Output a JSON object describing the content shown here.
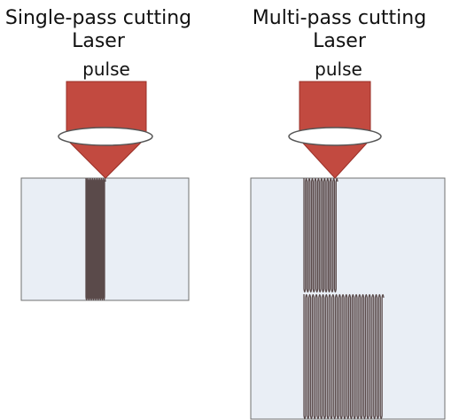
{
  "panels": [
    {
      "title": "Single-pass cutting",
      "laser_label": "Laser",
      "pulse_label": "pulse",
      "segments": [
        {
          "wavelengths": 11
        }
      ]
    },
    {
      "title": "Multi-pass cutting",
      "laser_label": "Laser",
      "pulse_label": "pulse",
      "segments": [
        {
          "wavelengths": 11
        },
        {
          "wavelengths": 24
        }
      ]
    }
  ],
  "colors": {
    "laser_body": "#c24a40",
    "laser_edge": "#9a3028",
    "lens_fill": "#ffffff",
    "lens_stroke": "#555555",
    "workpiece_fill": "#e9eef5",
    "workpiece_stroke": "#707070",
    "cut_line": "#5a4a4a"
  }
}
